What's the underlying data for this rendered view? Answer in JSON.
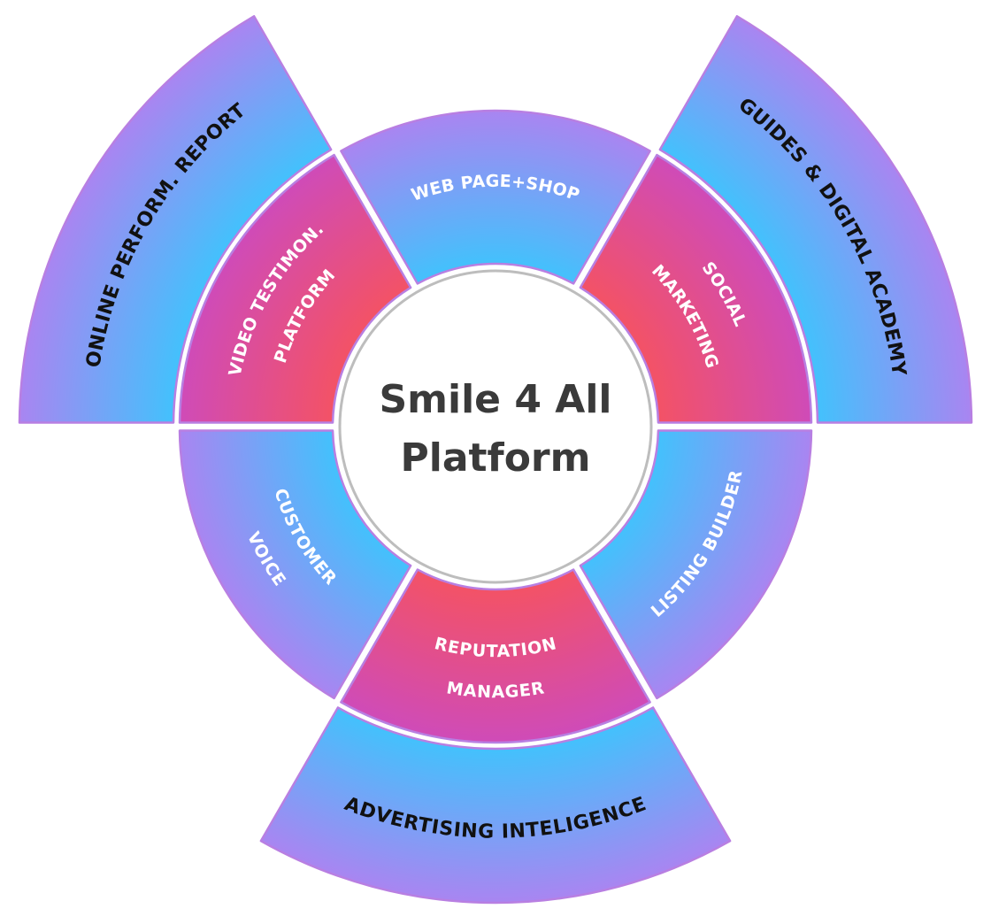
{
  "center": {
    "title_line1": "Smile 4 All",
    "title_line2": "Platform"
  },
  "colors": {
    "purple": "#a985f1",
    "cyan": "#43c1fc",
    "magenta": "#cf4bb8",
    "coral": "#f35266",
    "segment_border": "#b87fe2",
    "center_ring": "#bdbdbd",
    "dark_text": "#111111",
    "light_text": "#ffffff",
    "center_text": "#3a3a3a"
  },
  "inner_ring": [
    {
      "id": "video-testimon-platform",
      "lines": [
        "VIDEO TESTIMON.",
        "PLATFORM"
      ],
      "theme": "warm"
    },
    {
      "id": "web-page-shop",
      "lines": [
        "WEB PAGE+SHOP"
      ],
      "theme": "cool"
    },
    {
      "id": "social-marketing",
      "lines": [
        "SOCIAL",
        "MARKETING"
      ],
      "theme": "warm"
    },
    {
      "id": "listing-builder",
      "lines": [
        "LISTING BUILDER"
      ],
      "theme": "cool"
    },
    {
      "id": "reputation-manager",
      "lines": [
        "REPUTATION",
        "MANAGER"
      ],
      "theme": "warm"
    },
    {
      "id": "customer-voice",
      "lines": [
        "CUSTOMER",
        "VOICE"
      ],
      "theme": "cool"
    }
  ],
  "outer_ring": [
    {
      "id": "online-perform-report",
      "lines": [
        "ONLINE PERFORM. REPORT"
      ],
      "theme": "cool"
    },
    {
      "id": "guides-digital-academy",
      "lines": [
        "GUIDES & DIGITAL ACADEMY"
      ],
      "theme": "cool"
    },
    {
      "id": "advertising-inteligence",
      "lines": [
        "ADVERTISING INTELIGENCE"
      ],
      "theme": "cool"
    }
  ]
}
